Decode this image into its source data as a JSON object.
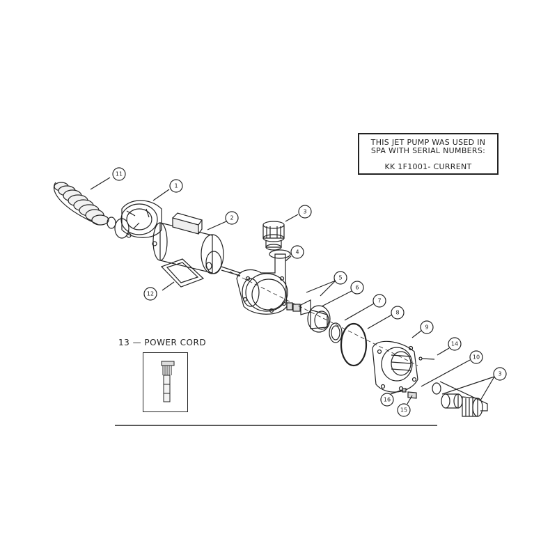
{
  "note": {
    "line1": "THIS JET PUMP WAS USED IN",
    "line2": "SPA WITH SERIAL NUMBERS:",
    "line3": "KK 1F1001- CURRENT"
  },
  "power_cord_label": "13 — POWER CORD",
  "callouts": {
    "c1": "1",
    "c2": "2",
    "c3a": "3",
    "c3b": "3",
    "c4": "4",
    "c5": "5",
    "c6": "6",
    "c7": "7",
    "c8": "8",
    "c9": "9",
    "c10": "10",
    "c11": "11",
    "c12": "12",
    "c14": "14",
    "c15": "15",
    "c16": "16"
  }
}
